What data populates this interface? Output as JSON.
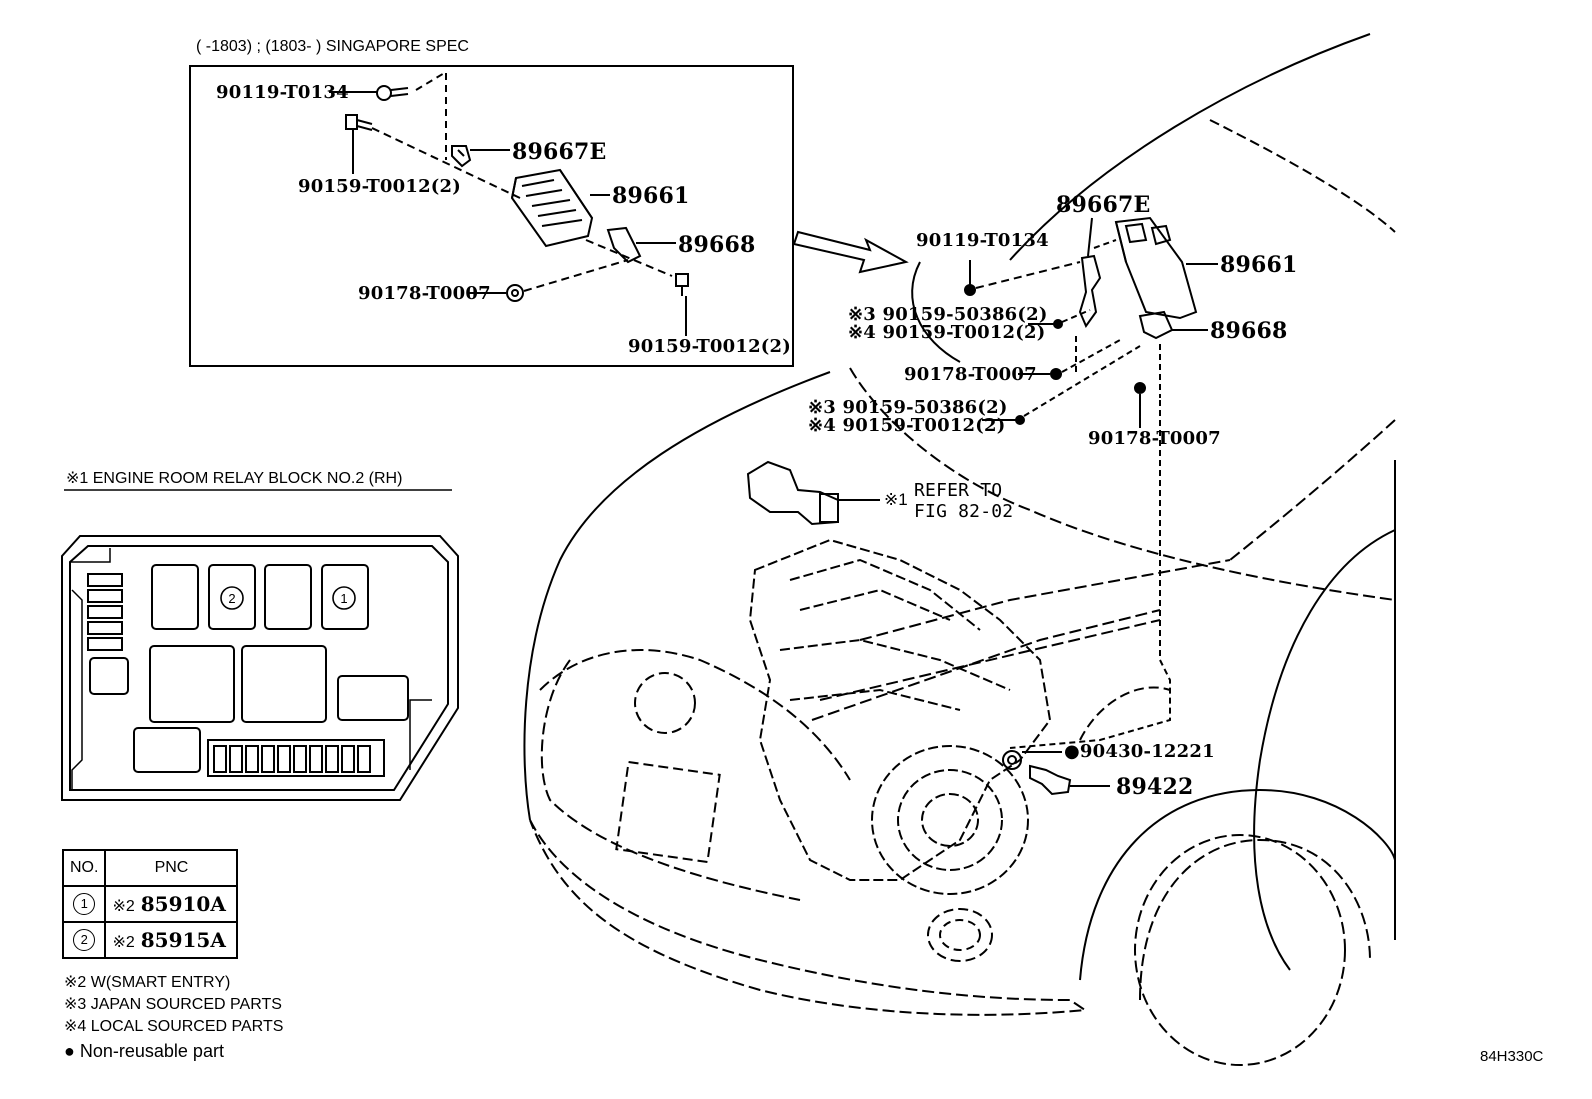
{
  "header": {
    "spec_label": "(      -1803) ; (1803-       ) SINGAPORE SPEC"
  },
  "inset_parts": {
    "bolt_top": "90119-T0134",
    "bolt_left": "90159-T0012(2)",
    "bracket_e": "89667E",
    "ecu": "89661",
    "bracket": "89668",
    "nut": "90178-T0007",
    "bolt_bottom": "90159-T0012(2)"
  },
  "main_parts": {
    "bracket_e": "89667E",
    "bolt_top": "90119-T0134",
    "ecu": "89661",
    "bolt_jp_1": "※3 90159-50386(2)",
    "bolt_local_1": "※4 90159-T0012(2)",
    "bracket": "89668",
    "nut_left": "90178-T0007",
    "bolt_jp_2": "※3 90159-50386(2)",
    "bolt_local_2": "※4 90159-T0012(2)",
    "nut_right": "90178-T0007",
    "refer_line1": "REFER TO",
    "refer_line2": "FIG 82-02",
    "refer_mark": "※1",
    "gasket": "●90430-12221",
    "sensor": "89422"
  },
  "relay_block": {
    "title": "※1 ENGINE ROOM RELAY BLOCK NO.2 (RH)",
    "slot_2": "2",
    "slot_1": "1"
  },
  "pnc_table": {
    "header_no": "NO.",
    "header_pnc": "PNC",
    "rows": [
      {
        "no": "1",
        "mark": "※2",
        "pnc": "85910A"
      },
      {
        "no": "2",
        "mark": "※2",
        "pnc": "85915A"
      }
    ]
  },
  "notes": [
    "※2 W(SMART ENTRY)",
    "※3 JAPAN SOURCED PARTS",
    "※4 LOCAL SOURCED PARTS",
    "● Non-reusable part"
  ],
  "figure_code": "84H330C"
}
